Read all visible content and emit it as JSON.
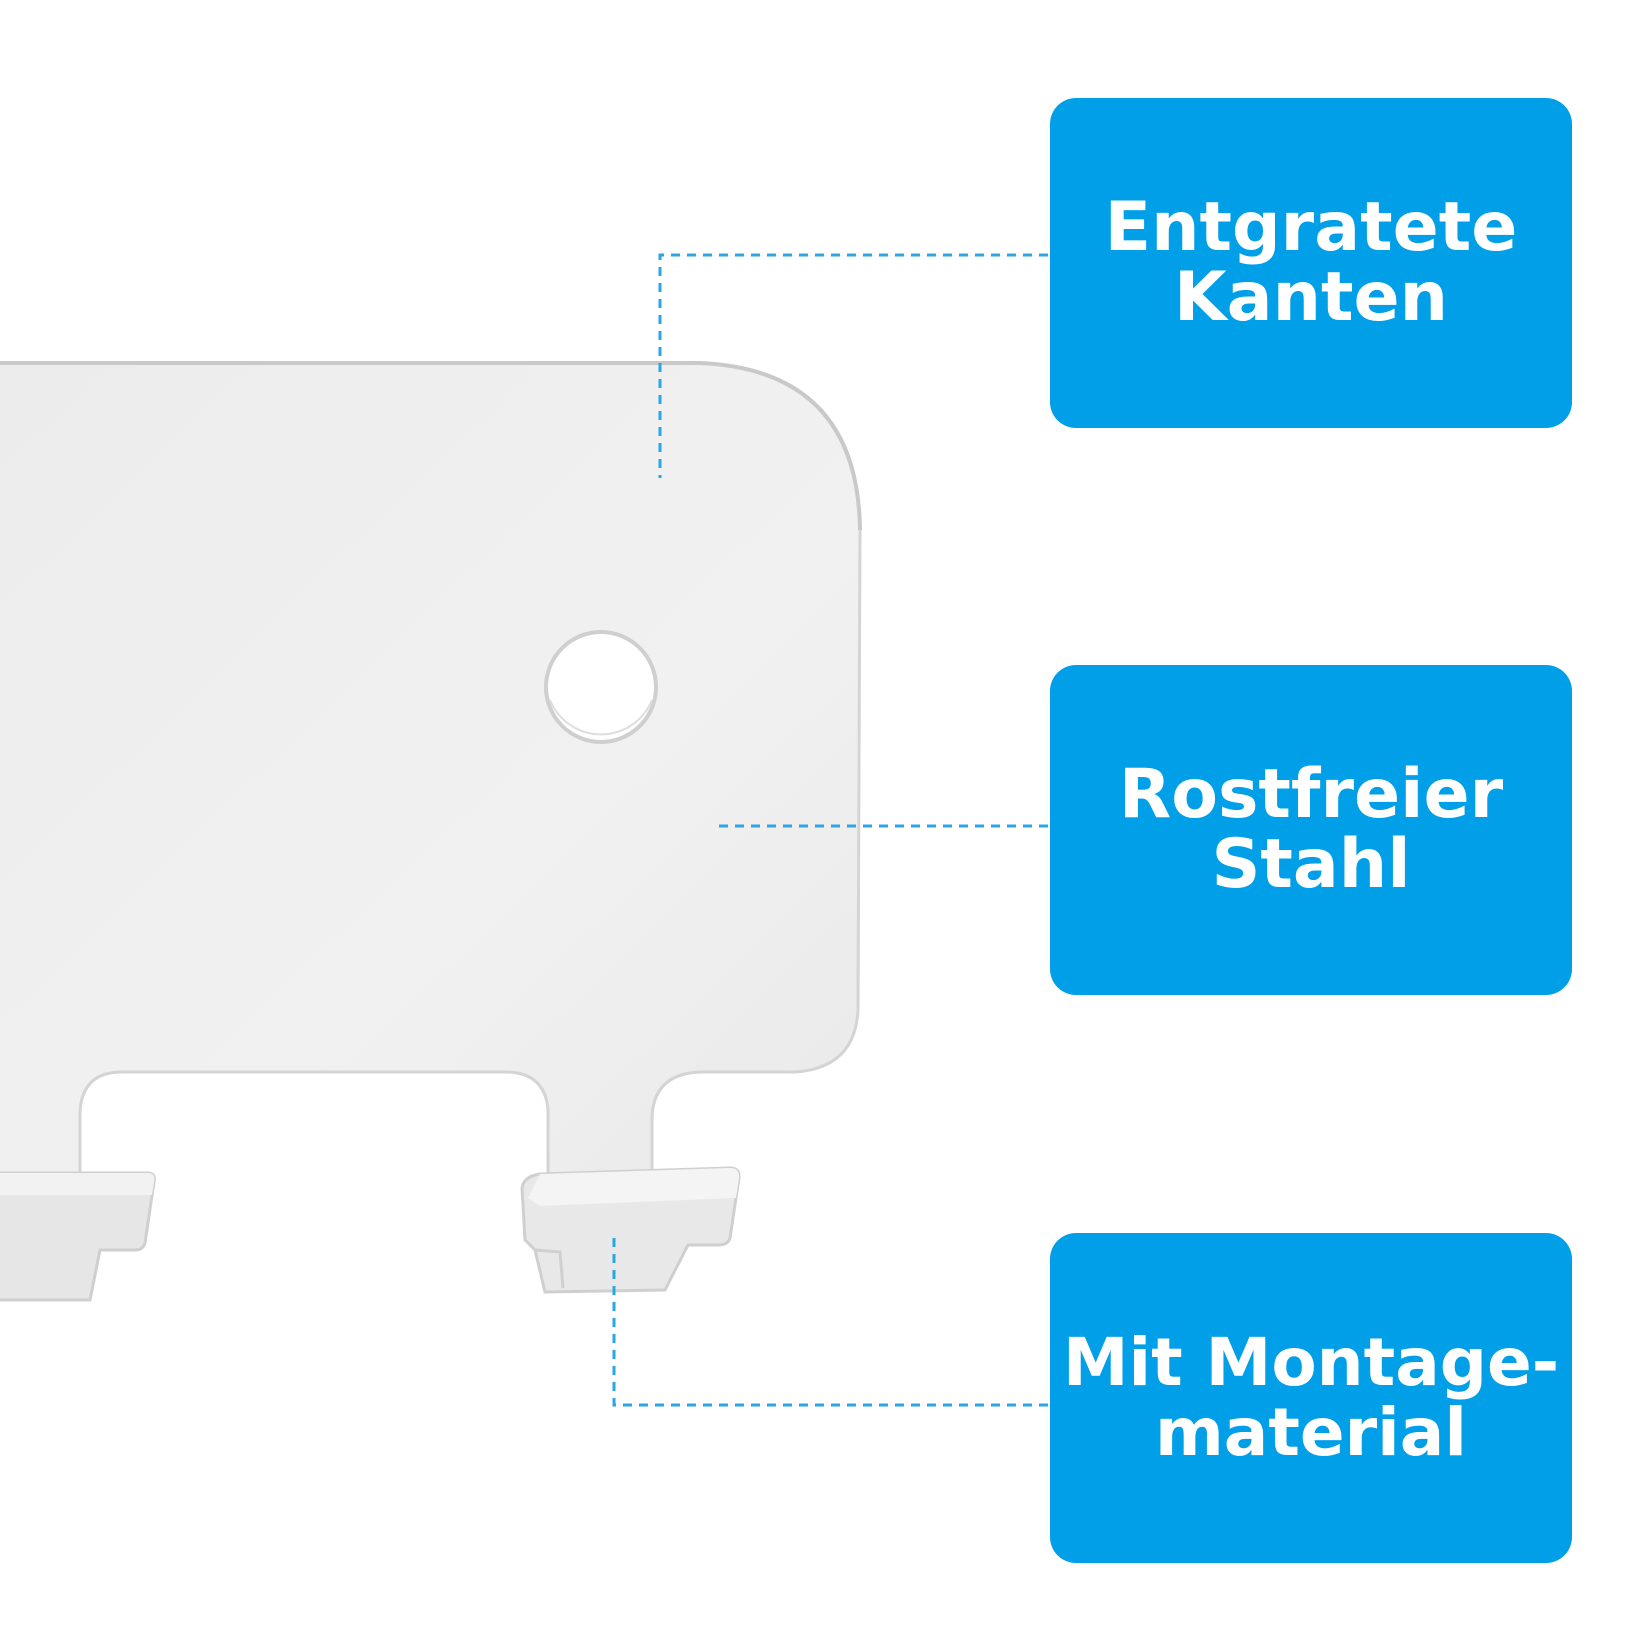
{
  "colors": {
    "accent": "#009fe8",
    "label_text": "#ffffff",
    "bracket_fill": "#eeeeee",
    "bracket_edge": "#d2d2d2",
    "leader_line": "#2aa7e0"
  },
  "product": {
    "name": "wall-bracket-image"
  },
  "features": [
    {
      "label": "Entgratete\nKanten"
    },
    {
      "label": "Rostfreier\nStahl"
    },
    {
      "label": "Mit Montage-\nmaterial"
    }
  ]
}
